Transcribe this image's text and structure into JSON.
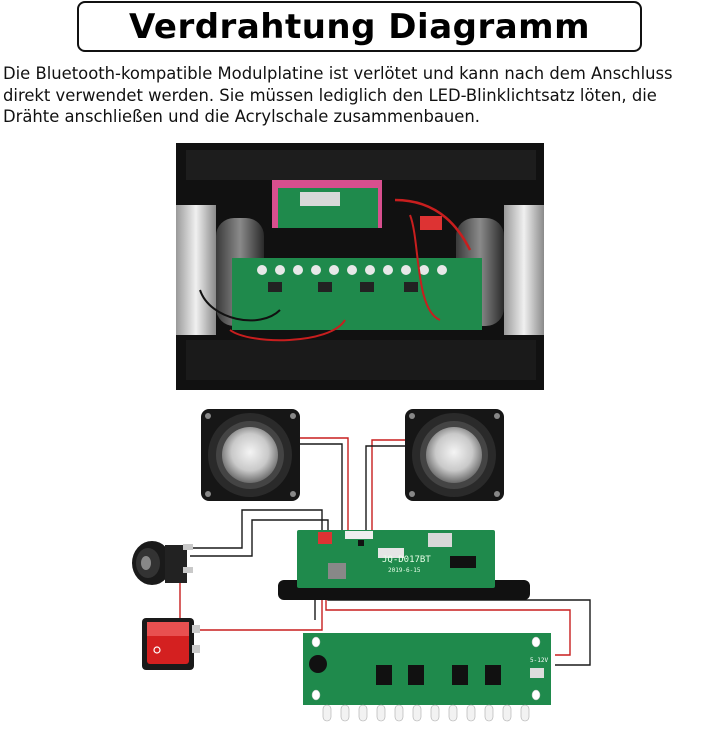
{
  "header": {
    "title": "Verdrahtung Diagramm"
  },
  "description": [
    "Die Bluetooth-kompatible Modulplatine ist verlötet und kann nach dem Anschluss",
    "direkt verwendet werden. Sie müssen lediglich den LED-Blinklichtsatz löten, die",
    "Drähte anschließen und die Acrylschale zusammenbauen."
  ],
  "module_board": {
    "model": "JQ-D017BT",
    "date": "2019-6-15"
  },
  "led_board": {
    "voltage": "5-12V"
  },
  "colors": {
    "wire_red": "#c81e1e",
    "wire_black": "#1a1a1a",
    "pcb_green": "#1f8a4c",
    "case_black": "#121212"
  }
}
